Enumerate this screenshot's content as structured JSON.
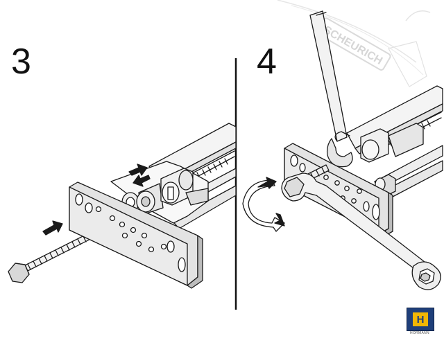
{
  "steps": [
    {
      "number": "3"
    },
    {
      "number": "4"
    }
  ],
  "watermark": {
    "text": "SCHEURICH"
  },
  "brand": {
    "logo_letter": "H",
    "caption": "HÖRMANN"
  },
  "colors": {
    "line": "#1a1a1a",
    "plate_fill": "#dcdcdc",
    "plate_dark": "#b5b5b5",
    "watermark": "#d9d9d9",
    "logo_blue": "#1f3f7a",
    "logo_yellow": "#f2b705"
  }
}
